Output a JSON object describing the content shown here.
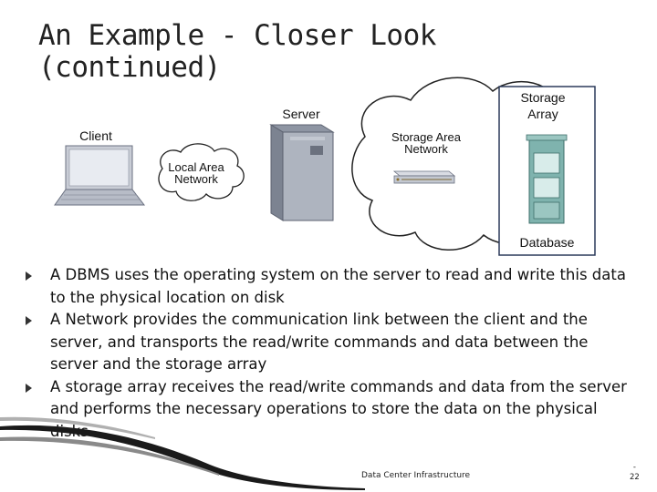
{
  "slide": {
    "title_line1": "An Example - Closer Look",
    "title_line2": "(continued)"
  },
  "diagram": {
    "client_label": "Client",
    "server_label": "Server",
    "lan_label_line1": "Local Area",
    "lan_label_line2": "Network",
    "san_label_line1": "Storage Area",
    "san_label_line2": "Network",
    "storage_label_line1": "Storage",
    "storage_label_line2": "Array",
    "database_label": "Database"
  },
  "bullets": [
    "A DBMS uses the operating system on the server to read and write this data to the physical location on disk",
    "A Network provides the communication link between the client and the server, and transports the read/write commands and data between the server and the storage array",
    "A storage array receives the read/write commands and data from the server and performs the necessary operations to store the data on the physical disks"
  ],
  "footer": {
    "text": "Data Center Infrastructure",
    "page_dash": "-",
    "page_number": "22"
  },
  "colors": {
    "cloud_fill": "#ffffff",
    "cloud_stroke": "#222222",
    "device_gray": "#b8bec8",
    "storage_teal": "#6fa8a4",
    "database_border": "#2b3a5a"
  }
}
